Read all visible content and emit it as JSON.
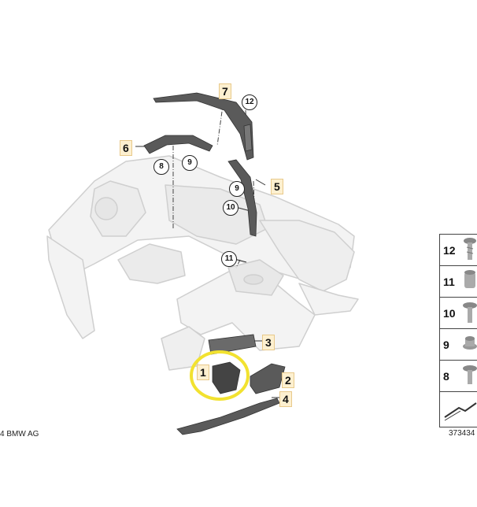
{
  "copyright": "4 BMW AG",
  "diagram_number": "373434",
  "callouts": {
    "c1": "1",
    "c2": "2",
    "c3": "3",
    "c4": "4",
    "c5": "5",
    "c6": "6",
    "c7": "7",
    "c8": "8",
    "c9a": "9",
    "c9b": "9",
    "c10": "10",
    "c11": "11",
    "c12": "12"
  },
  "legend": [
    "12",
    "11",
    "10",
    "9",
    "8"
  ],
  "colors": {
    "highlight": "#f2e230",
    "callout_box": "#fdf0d0",
    "parts": "#555555",
    "body": "#d9d9d9"
  }
}
